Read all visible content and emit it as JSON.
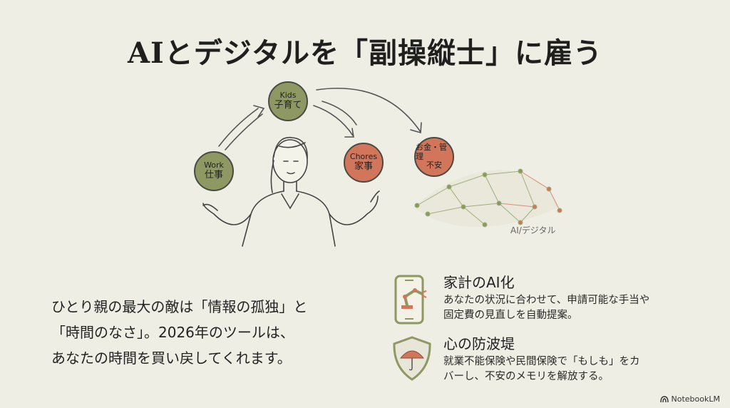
{
  "title": "AIとデジタルを「副操縦士」に雇う",
  "diagram": {
    "nodes": [
      {
        "en": "Work",
        "jp": "仕事"
      },
      {
        "en": "Kids",
        "jp": "子育て"
      },
      {
        "en": "Chores",
        "jp": "家事"
      },
      {
        "en": "",
        "jp": "お金・管理\n不安"
      }
    ],
    "money_line1": "お金・管理",
    "money_line2": "不安",
    "ai_label": "AI/デジタル",
    "colors": {
      "green": "#8e9862",
      "orange": "#d2765b"
    }
  },
  "lead": {
    "lines": [
      "ひとり親の最大の敵は「情報の孤独」と",
      "「時間のなさ」。2026年のツールは、",
      "あなたの時間を買い戻してくれます。"
    ]
  },
  "features": [
    {
      "icon": "phone-robot-arm-icon",
      "heading": "家計のAI化",
      "lines": [
        "あなたの状況に合わせて、申請可能な手当や",
        "固定費の見直しを自動提案。"
      ]
    },
    {
      "icon": "shield-umbrella-icon",
      "heading": "心の防波堤",
      "lines": [
        "就業不能保険や民間保険で「もしも」をカ",
        "バーし、不安のメモリを解放する。"
      ]
    }
  ],
  "brand": "NotebookLM"
}
